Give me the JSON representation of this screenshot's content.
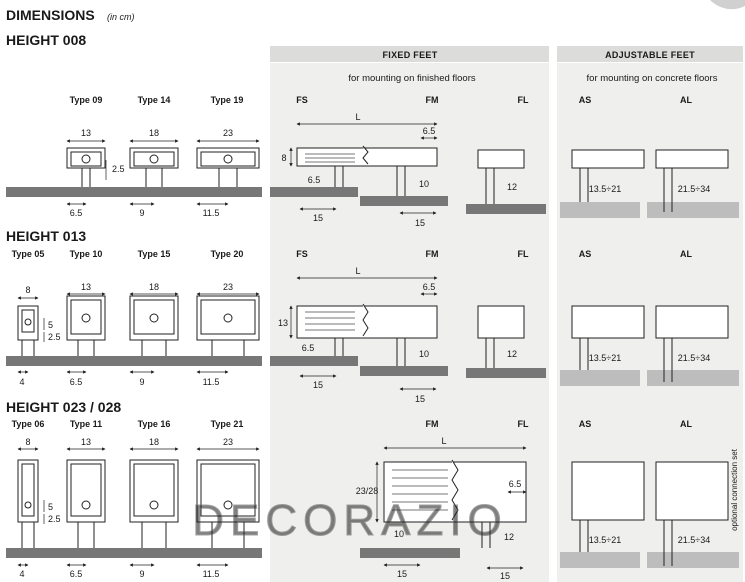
{
  "header": {
    "title": "DIMENSIONS",
    "unit": "(in cm)"
  },
  "sections": {
    "fixed": {
      "title": "FIXED FEET",
      "subtitle": "for mounting on finished floors"
    },
    "adjustable": {
      "title": "ADJUSTABLE FEET",
      "subtitle": "for mounting on concrete floors"
    }
  },
  "side_note": "optional connection set",
  "watermark": "DECORAZIO",
  "rows": [
    {
      "heading": "HEIGHT 008",
      "types": [
        {
          "label": "Type 09",
          "width": "13",
          "gap": "6.5"
        },
        {
          "label": "Type 14",
          "width": "18",
          "gap": "9"
        },
        {
          "label": "Type 19",
          "width": "23",
          "gap": "11.5"
        }
      ],
      "extra": {
        "leg": "2.5"
      },
      "fixed_cols": [
        "FS",
        "FM",
        "FL"
      ],
      "adj_cols": [
        "AS",
        "AL"
      ],
      "dims": {
        "length": "L",
        "end": "6.5",
        "height": "8",
        "fs_drop": "6.5",
        "fs_span": "15",
        "fm_drop": "10",
        "fm_span": "15",
        "fl_drop": "12",
        "as_range": "13.5÷21",
        "al_range": "21.5÷34"
      }
    },
    {
      "heading": "HEIGHT 013",
      "types": [
        {
          "label": "Type 05",
          "width": "8",
          "gap": "4"
        },
        {
          "label": "Type 10",
          "width": "13",
          "gap": "6.5"
        },
        {
          "label": "Type 15",
          "width": "18",
          "gap": "9"
        },
        {
          "label": "Type 20",
          "width": "23",
          "gap": "11.5"
        }
      ],
      "extra": {
        "inner_a": "5",
        "inner_b": "2.5"
      },
      "fixed_cols": [
        "FS",
        "FM",
        "FL"
      ],
      "adj_cols": [
        "AS",
        "AL"
      ],
      "dims": {
        "length": "L",
        "end": "6.5",
        "height": "13",
        "fs_drop": "6.5",
        "fs_span": "15",
        "fm_drop": "10",
        "fm_span": "15",
        "fl_drop": "12",
        "as_range": "13.5÷21",
        "al_range": "21.5÷34"
      }
    },
    {
      "heading": "HEIGHT 023 / 028",
      "types": [
        {
          "label": "Type 06",
          "width": "8",
          "gap": "4"
        },
        {
          "label": "Type 11",
          "width": "13",
          "gap": "6.5"
        },
        {
          "label": "Type 16",
          "width": "18",
          "gap": "9"
        },
        {
          "label": "Type 21",
          "width": "23",
          "gap": "11.5"
        }
      ],
      "extra": {
        "inner_a": "5",
        "inner_b": "2.5"
      },
      "fixed_cols": [
        "FM",
        "FL"
      ],
      "adj_cols": [
        "AS",
        "AL"
      ],
      "dims": {
        "length": "L",
        "end": "6.5",
        "height": "23/28",
        "fm_drop": "10",
        "fm_span": "15",
        "fl_drop": "12",
        "fl_span": "15",
        "as_range": "13.5÷21",
        "al_range": "21.5÷34"
      }
    }
  ]
}
